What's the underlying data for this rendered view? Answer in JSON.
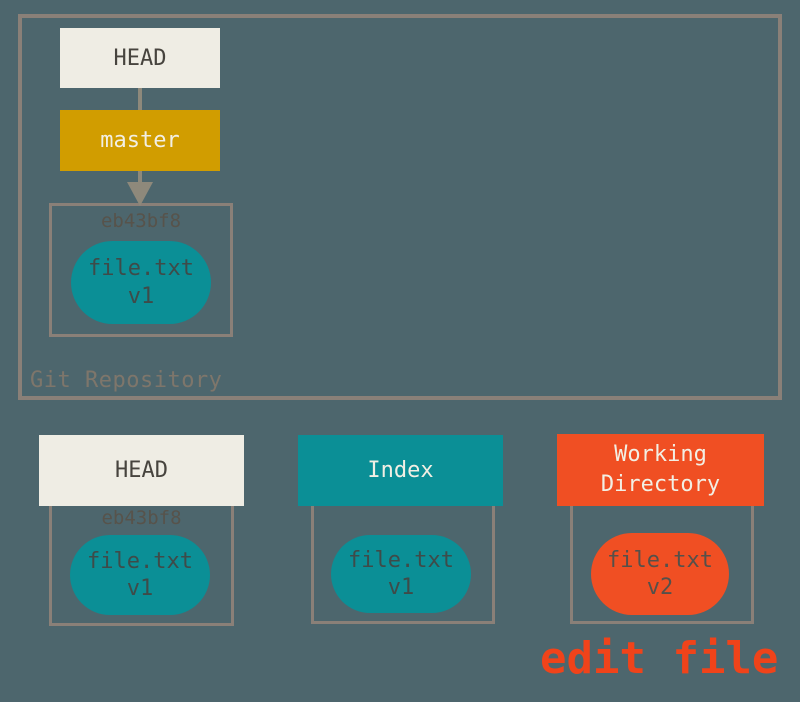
{
  "colors": {
    "background": "#4D666D",
    "border": "#8A8078",
    "arrow": "#8E897B",
    "cream": "#EFEDE4",
    "gold": "#D19D00",
    "teal": "#0B8F96",
    "orange": "#F04F23",
    "dark-text": "#47443E",
    "light-text": "#F2EFE4",
    "commit-id-text": "#57534B",
    "repo-label-text": "#7E766B",
    "pill-text-teal": "#3E4B49",
    "pill-text-orange": "#55504A",
    "edit-text": "#F0431A"
  },
  "repository": {
    "label": "Git Repository",
    "head": {
      "label": "HEAD"
    },
    "branch": {
      "label": "master"
    },
    "commit": {
      "id": "eb43bf8",
      "file": {
        "name": "file.txt",
        "version": "v1"
      }
    }
  },
  "areas": [
    {
      "id": "head",
      "label": "HEAD",
      "commit_id": "eb43bf8",
      "file": {
        "name": "file.txt",
        "version": "v1"
      }
    },
    {
      "id": "index",
      "label": "Index",
      "file": {
        "name": "file.txt",
        "version": "v1"
      }
    },
    {
      "id": "working-directory",
      "label": "Working Directory",
      "file": {
        "name": "file.txt",
        "version": "v2"
      }
    }
  ],
  "annotation": {
    "label": "edit file"
  }
}
